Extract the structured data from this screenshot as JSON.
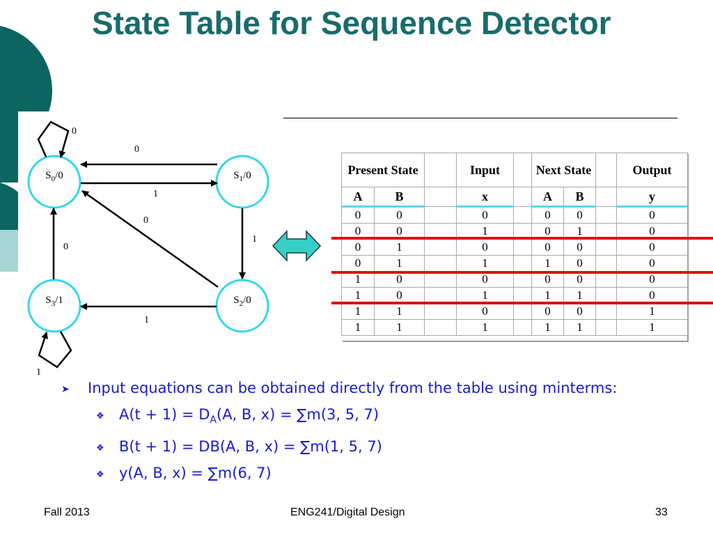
{
  "slide": {
    "title": "State Table for Sequence Detector",
    "colors": {
      "title": "#1a6b6b",
      "deco_dark": "#0d6562",
      "deco_light": "#a8d4d4",
      "state_circle": "#33d6ec",
      "bullet_text": "#1a1ad0",
      "highlight_line": "#e01010"
    }
  },
  "diagram": {
    "states": [
      "S0/0",
      "S1/0",
      "S2/0",
      "S3/1"
    ],
    "edge_labels": {
      "s0_self": "0",
      "s1_to_s0": "0",
      "s0_to_s1": "1",
      "s2_to_s0": "0",
      "s1_to_s2": "1",
      "s3_to_s0": "0",
      "s2_to_s3": "1",
      "s3_self": "1"
    }
  },
  "table": {
    "group_headers": [
      "Present State",
      "Input",
      "Next State",
      "Output"
    ],
    "sub_headers": [
      "A",
      "B",
      "x",
      "A",
      "B",
      "y"
    ],
    "rows": [
      [
        "0",
        "0",
        "0",
        "0",
        "0",
        "0"
      ],
      [
        "0",
        "0",
        "1",
        "0",
        "1",
        "0"
      ],
      [
        "0",
        "1",
        "0",
        "0",
        "0",
        "0"
      ],
      [
        "0",
        "1",
        "1",
        "1",
        "0",
        "0"
      ],
      [
        "1",
        "0",
        "0",
        "0",
        "0",
        "0"
      ],
      [
        "1",
        "0",
        "1",
        "1",
        "1",
        "0"
      ],
      [
        "1",
        "1",
        "0",
        "0",
        "0",
        "1"
      ],
      [
        "1",
        "1",
        "1",
        "1",
        "1",
        "1"
      ]
    ]
  },
  "bullets": {
    "main": "Input equations can be obtained directly from the table using minterms:",
    "eq_a": {
      "pre": "A(t + 1) = D",
      "sub": "A",
      "post": "(A, B, x) = ∑m(3, 5, 7)"
    },
    "eq_b": "B(t + 1) = DB(A, B, x) = ∑m(1, 5, 7)",
    "eq_y": "y(A, B, x) = ∑m(6, 7)"
  },
  "footer": {
    "left": "Fall 2013",
    "center": "ENG241/Digital Design",
    "right": "33"
  }
}
